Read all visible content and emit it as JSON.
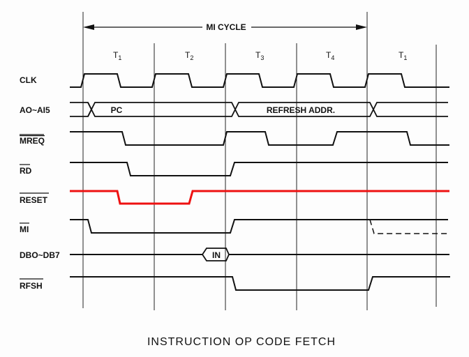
{
  "diagram": {
    "type": "timing-diagram",
    "title": "INSTRUCTION OP CODE FETCH",
    "cycle_label": "MI CYCLE",
    "t_states": [
      {
        "main": "T",
        "sub": "1"
      },
      {
        "main": "T",
        "sub": "2"
      },
      {
        "main": "T",
        "sub": "3"
      },
      {
        "main": "T",
        "sub": "4"
      },
      {
        "main": "T",
        "sub": "1"
      }
    ],
    "signals": [
      {
        "id": "clk",
        "label": "CLK",
        "overline": false
      },
      {
        "id": "addr",
        "label": "AO~AI5",
        "overline": false,
        "segments": [
          "PC",
          "REFRESH ADDR."
        ]
      },
      {
        "id": "mreq",
        "label": "MREQ",
        "overline": true
      },
      {
        "id": "rd",
        "label": "RD",
        "overline": true
      },
      {
        "id": "reset",
        "label": "RESET",
        "overline": true,
        "color": "#ee1111"
      },
      {
        "id": "mi",
        "label": "MI",
        "overline": true
      },
      {
        "id": "db",
        "label": "DBO~DB7",
        "overline": false,
        "segments": [
          "IN"
        ]
      },
      {
        "id": "rfsh",
        "label": "RFSH",
        "overline": true
      }
    ],
    "colors": {
      "line": "#111111",
      "highlight": "#ee1111",
      "background": "#fdfdfd"
    }
  }
}
